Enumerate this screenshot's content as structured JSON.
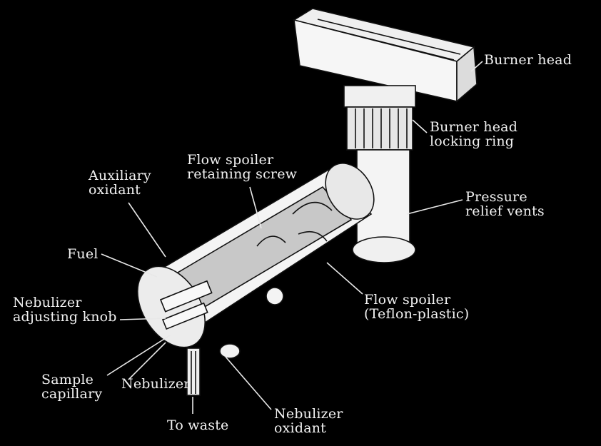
{
  "labels": {
    "burner_head": "Burner head",
    "burner_head_locking_ring": [
      "Burner head",
      "locking ring"
    ],
    "flow_spoiler_retaining_screw": [
      "Flow spoiler",
      "retaining screw"
    ],
    "auxiliary_oxidant": [
      "Auxiliary",
      "oxidant"
    ],
    "pressure_relief_vents": [
      "Pressure",
      "relief vents"
    ],
    "fuel": "Fuel",
    "nebulizer_adjusting_knob": [
      "Nebulizer",
      "adjusting knob"
    ],
    "flow_spoiler_teflon": [
      "Flow spoiler",
      "(Teflon-plastic)"
    ],
    "sample_capillary": [
      "Sample",
      "capillary"
    ],
    "nebulizer": "Nebulizer",
    "to_waste": "To waste",
    "nebulizer_oxidant": [
      "Nebulizer",
      "oxidant"
    ]
  },
  "colors": {
    "background": "#000000",
    "drawing": "#f4f4f4",
    "chamber": "#c8c8c8",
    "line": "#111111"
  }
}
